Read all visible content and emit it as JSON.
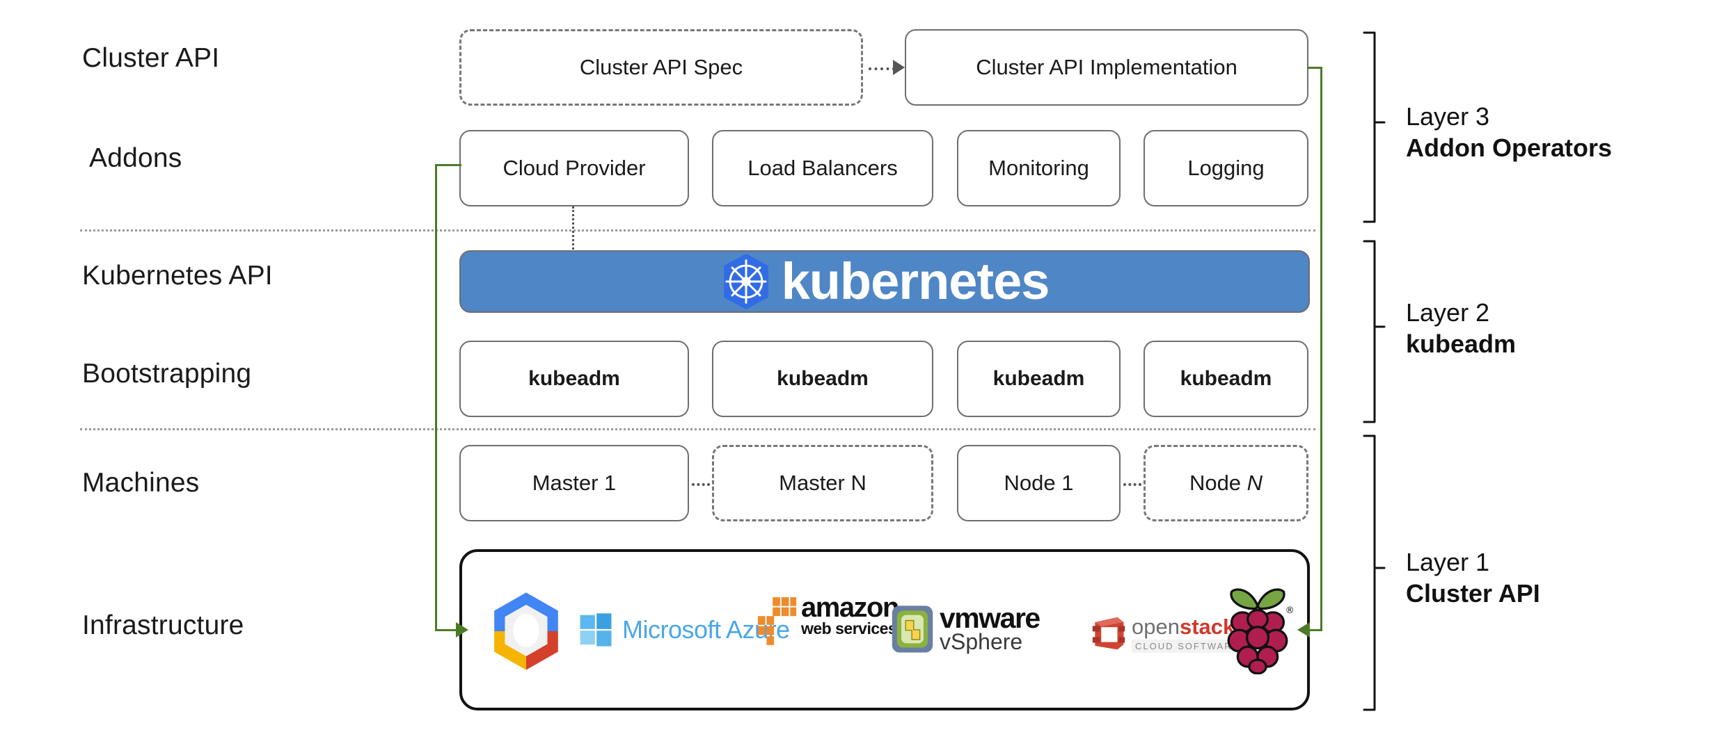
{
  "diagram": {
    "title": "Kubernetes Cluster API layered architecture",
    "accent_green": "#4c7a29",
    "k8s_banner_blue": "#4f86c6",
    "k8s_logo_blue": "#326ce5"
  },
  "row_labels": [
    {
      "text": "Cluster API"
    },
    {
      "text": "Addons"
    },
    {
      "text": "Kubernetes API"
    },
    {
      "text": "Bootstrapping"
    },
    {
      "text": "Machines"
    },
    {
      "text": "Infrastructure"
    }
  ],
  "cluster_api_row": {
    "spec_box": {
      "label": "Cluster API Spec",
      "style": "dashed"
    },
    "impl_box": {
      "label": "Cluster API Implementation",
      "style": "solid"
    }
  },
  "addons_row": {
    "boxes": [
      {
        "label": "Cloud Provider"
      },
      {
        "label": "Load Balancers"
      },
      {
        "label": "Monitoring"
      },
      {
        "label": "Logging"
      }
    ]
  },
  "kubernetes_api_row": {
    "wordmark": "kubernetes",
    "logo_name": "kubernetes-helm-wheel-icon"
  },
  "bootstrapping_row": {
    "boxes": [
      {
        "label": "kubeadm"
      },
      {
        "label": "kubeadm"
      },
      {
        "label": "kubeadm"
      },
      {
        "label": "kubeadm"
      }
    ]
  },
  "machines_row": {
    "boxes": [
      {
        "label": "Master 1",
        "style": "solid"
      },
      {
        "label": "Master N",
        "style": "dashed"
      },
      {
        "label": "Node 1",
        "style": "solid"
      },
      {
        "label": "Node N",
        "style": "dashed",
        "italic_suffix": "N",
        "prefix": "Node "
      }
    ]
  },
  "infrastructure_row": {
    "providers": [
      {
        "name": "google-cloud-platform-logo",
        "label": ""
      },
      {
        "name": "microsoft-azure-logo",
        "label": "Microsoft Azure"
      },
      {
        "name": "amazon-web-services-logo",
        "label_top": "amazon",
        "label_bottom": "web services"
      },
      {
        "name": "vmware-vsphere-logo",
        "label_top": "vmware",
        "label_bottom": "vSphere"
      },
      {
        "name": "openstack-logo",
        "label_open": "open",
        "label_stack": "stack",
        "label_sub": "CLOUD SOFTWARE"
      },
      {
        "name": "raspberry-pi-logo",
        "label": ""
      }
    ]
  },
  "layers": [
    {
      "number": "Layer 3",
      "name": "Addon Operators"
    },
    {
      "number": "Layer 2",
      "name": "kubeadm"
    },
    {
      "number": "Layer 1",
      "name": "Cluster API"
    }
  ]
}
